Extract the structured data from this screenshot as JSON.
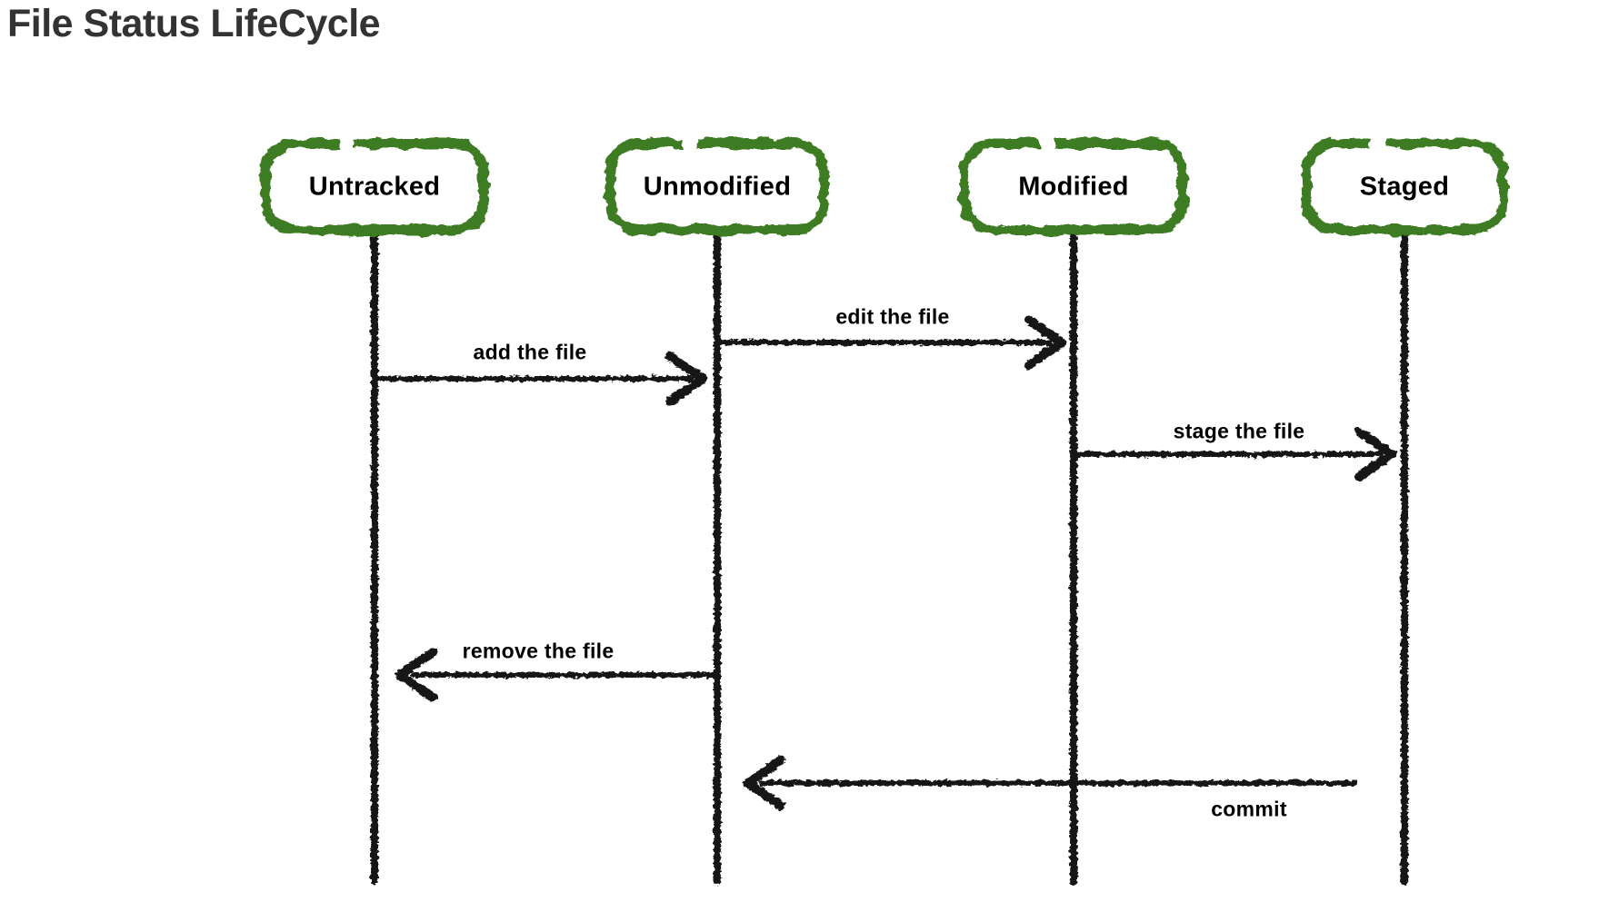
{
  "title": "File Status LifeCycle",
  "diagram": {
    "kind": "sequence-diagram",
    "colors": {
      "actor_border": "#3e7c22",
      "actor_fill": "#ffffff",
      "line_stroke": "#151515",
      "label_text": "#000000",
      "title_text": "#333333"
    },
    "actors": [
      {
        "id": "untracked",
        "label": "Untracked"
      },
      {
        "id": "unmodified",
        "label": "Unmodified"
      },
      {
        "id": "modified",
        "label": "Modified"
      },
      {
        "id": "staged",
        "label": "Staged"
      }
    ],
    "messages": [
      {
        "id": "edit-the-file",
        "label": "edit the file",
        "from": "unmodified",
        "to": "modified",
        "label_side": "above"
      },
      {
        "id": "add-the-file",
        "label": "add the file",
        "from": "untracked",
        "to": "unmodified",
        "label_side": "above"
      },
      {
        "id": "stage-the-file",
        "label": "stage the file",
        "from": "modified",
        "to": "staged",
        "label_side": "above"
      },
      {
        "id": "remove-the-file",
        "label": "remove the file",
        "from": "unmodified",
        "to": "untracked",
        "label_side": "above"
      },
      {
        "id": "commit",
        "label": "commit",
        "from": "staged",
        "to": "unmodified",
        "label_side": "below"
      }
    ]
  }
}
